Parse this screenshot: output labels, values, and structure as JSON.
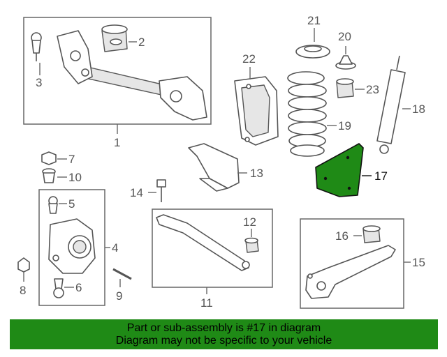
{
  "callouts": {
    "c1": "1",
    "c2": "2",
    "c3": "3",
    "c4": "4",
    "c5": "5",
    "c6": "6",
    "c7": "7",
    "c8": "8",
    "c9": "9",
    "c10": "10",
    "c11": "11",
    "c12": "12",
    "c13": "13",
    "c14": "14",
    "c15": "15",
    "c16": "16",
    "c17": "17",
    "c18": "18",
    "c19": "19",
    "c20": "20",
    "c21": "21",
    "c22": "22",
    "c23": "23"
  },
  "highlight": {
    "part_number": "17",
    "color": "#1f8a16"
  },
  "banner": {
    "line1": "Part or sub-assembly is #17 in diagram",
    "line2": "Diagram may not be specific to your vehicle",
    "color": "#1f8a16"
  }
}
